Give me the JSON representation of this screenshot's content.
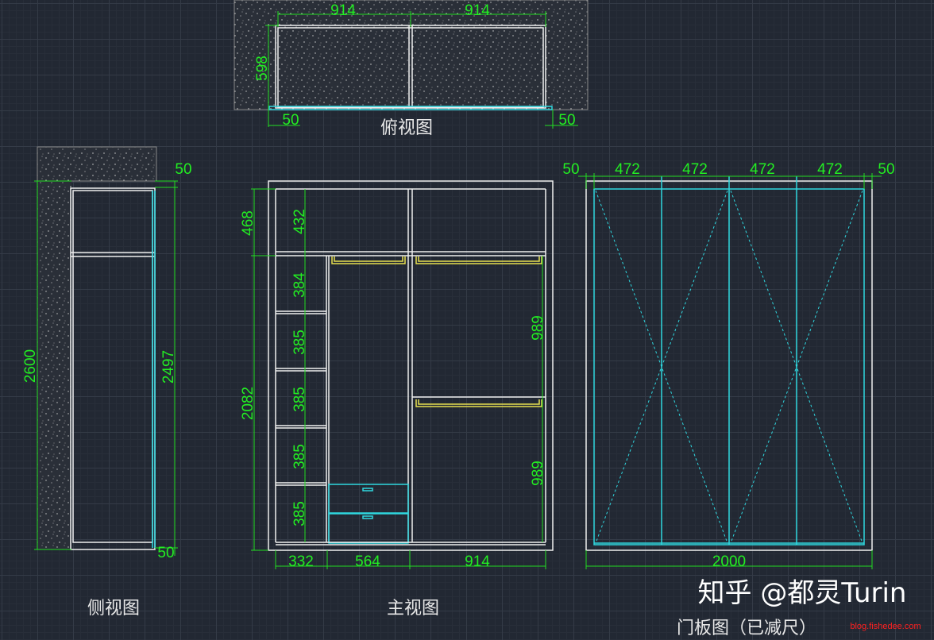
{
  "top_view": {
    "title": "俯视图",
    "width_left": "914",
    "width_right": "914",
    "depth": "598",
    "gap_left": "50",
    "gap_right": "50"
  },
  "side_view": {
    "title": "侧视图",
    "gap_top": "50",
    "total_height": "2600",
    "cabinet_height": "2497",
    "gap_bottom": "50"
  },
  "front_view": {
    "title": "主视图",
    "top_total": "468",
    "top_inner": "432",
    "body_height": "2082",
    "shelves": [
      "384",
      "385",
      "385",
      "385",
      "385"
    ],
    "hang_upper": "989",
    "hang_lower": "989",
    "bottom": [
      "332",
      "564",
      "914"
    ]
  },
  "door_view": {
    "title_line1": "门板图（已",
    "title_line2": "减尺）",
    "gap_left": "50",
    "panels": [
      "472",
      "472",
      "472",
      "472"
    ],
    "gap_right": "50",
    "total_width": "2000"
  },
  "watermark": {
    "text": "知乎 @都灵Turin",
    "url": "blog.fishedee.com"
  },
  "colors": {
    "background": "#222833",
    "dimension": "#22ee22",
    "outline": "#f0f0f0",
    "door": "#2fd8e0",
    "rail": "#e8e050"
  }
}
